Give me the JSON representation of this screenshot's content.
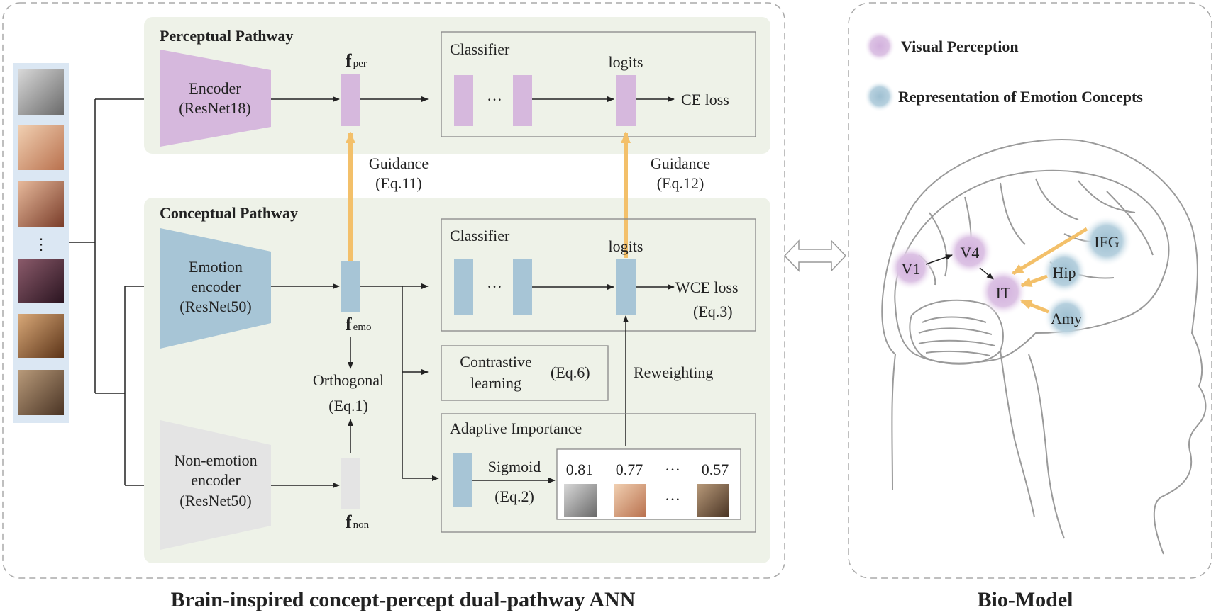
{
  "ann": {
    "caption": "Brain-inspired concept-percept dual-pathway ANN",
    "perceptual": {
      "title": "Perceptual Pathway",
      "encoder": [
        "Encoder",
        "(ResNet18)"
      ],
      "feature_main": "f",
      "feature_sub": "per",
      "classifier_title": "Classifier",
      "dots": "···",
      "logits": "logits",
      "loss": "CE loss"
    },
    "guidance_left": [
      "Guidance",
      "(Eq.11)"
    ],
    "guidance_right": [
      "Guidance",
      "(Eq.12)"
    ],
    "conceptual": {
      "title": "Conceptual Pathway",
      "emo_encoder": [
        "Emotion",
        "encoder",
        "(ResNet50)"
      ],
      "emo_feature_main": "f",
      "emo_feature_sub": "emo",
      "classifier_title": "Classifier",
      "dots": "···",
      "logits": "logits",
      "loss": [
        "WCE loss",
        "(Eq.3)"
      ],
      "orthogonal": [
        "Orthogonal",
        "(Eq.1)"
      ],
      "contrastive": [
        "Contrastive",
        "learning",
        "(Eq.6)"
      ],
      "reweighting": "Reweighting",
      "adaptive_title": "Adaptive Importance",
      "sigmoid": [
        "Sigmoid",
        "(Eq.2)"
      ],
      "weights": [
        "0.81",
        "0.77",
        "···",
        "0.57"
      ],
      "non_encoder": [
        "Non-emotion",
        "encoder",
        "(ResNet50)"
      ],
      "non_feature_main": "f",
      "non_feature_sub": "non"
    },
    "input_ellipsis": "⋮"
  },
  "bio": {
    "caption": "Bio-Model",
    "legend": [
      {
        "label": "Visual Perception",
        "color": "#cdb3dc"
      },
      {
        "label": "Representation of Emotion Concepts",
        "color": "#a9c6d6"
      }
    ],
    "regions": {
      "V1": "V1",
      "V4": "V4",
      "IT": "IT",
      "IFG": "IFG",
      "Hip": "Hip",
      "Amy": "Amy"
    }
  },
  "colors": {
    "purple": "#d6b8dd",
    "blue": "#a7c5d6",
    "gray": "#e4e4e4",
    "panel": "#eef2e8",
    "orange": "#f3c06a"
  }
}
